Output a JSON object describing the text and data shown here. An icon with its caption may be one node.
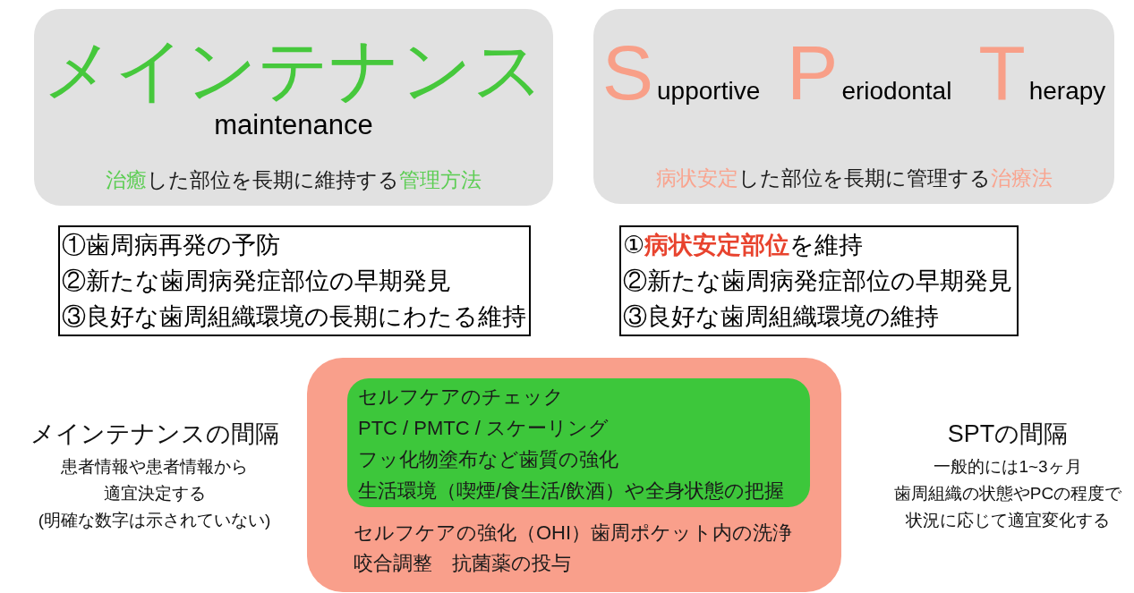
{
  "diagram": {
    "nodes": [
      {
        "text": [
          "メインテナンス",
          "maintenance",
          "**治癒**した部位を長期に維持する**管理方法**"
        ]
      },
      {
        "text": [
          "**S**upportive **P**eriodontal **T**herapy",
          "**病状安定**した部位を長期に管理する**治療法**"
        ]
      },
      {
        "text": [
          "①歯周病再発の予防",
          "②新たな歯周病発症部位の早期発見",
          "③良好な歯周組織環境の長期にわたる維持"
        ]
      },
      {
        "text": [
          "①**病状安定部位**を維持",
          "②新たな歯周病発症部位の早期発見",
          "③良好な歯周組織環境の維持"
        ]
      },
      {
        "text": [
          "セルフケアの強化（OHI）歯周ポケット内の洗浄",
          "咬合調整　抗菌薬の投与"
        ]
      },
      {
        "text": [
          "セルフケアのチェック",
          "PTC / PMTC / スケーリング",
          "フッ化物塗布など歯質の強化",
          "生活環境（喫煙/食生活/飲酒）や全身状態の把握"
        ],
        "in": 4
      }
    ],
    "labels": [
      "メインテナンスの間隔",
      "患者情報や患者情報から",
      "適宜決定する",
      "(明確な数字は示されていない)",
      "SPTの間隔",
      "一般的には1~3ヶ月",
      "歯周組織の状態やPCの程度で",
      "状況に応じて適宜変化する"
    ]
  }
}
